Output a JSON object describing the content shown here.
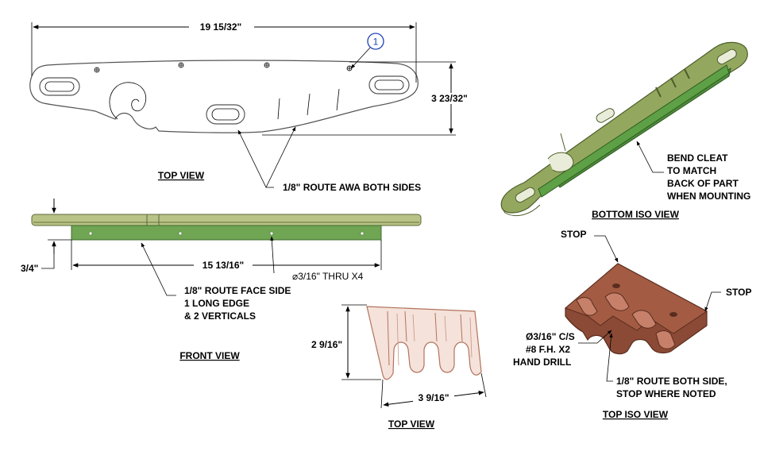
{
  "colors": {
    "cleat_green": "#6f8f4f",
    "cleat_dark": "#3f6b36",
    "top_green_light": "#b8c48d",
    "brown": "#8b4a35",
    "brown_light": "#b36d55",
    "outline_gray": "#555555"
  },
  "callout": {
    "number": "1"
  },
  "top_view": {
    "width_dim": "19 15/32\"",
    "height_dim": "3 23/32\"",
    "route_note": "1/8\" ROUTE AWA BOTH SIDES",
    "title": "TOP VIEW"
  },
  "front_view": {
    "thickness_dim": "3/4\"",
    "length_dim": "15 13/16\"",
    "hole_note": "⌀3/16\" THRU X4",
    "route_note": [
      "1/8\" ROUTE FACE SIDE",
      "1 LONG EDGE",
      "& 2 VERTICALS"
    ],
    "title": "FRONT VIEW"
  },
  "bottom_iso": {
    "note": [
      "BEND CLEAT",
      "TO MATCH",
      "BACK OF PART",
      "WHEN MOUNTING"
    ],
    "title": "BOTTOM ISO VIEW"
  },
  "small_top_view": {
    "height_dim": "2 9/16\"",
    "width_dim": "3 9/16\"",
    "title": "TOP VIEW"
  },
  "top_iso": {
    "stop_left": "STOP",
    "stop_right": "STOP",
    "hole_note": [
      "Ø3/16\" C/S",
      "#8 F.H. X2",
      "HAND DRILL"
    ],
    "route_note": [
      "1/8\" ROUTE BOTH SIDE,",
      "STOP WHERE NOTED"
    ],
    "title": "TOP ISO VIEW"
  }
}
